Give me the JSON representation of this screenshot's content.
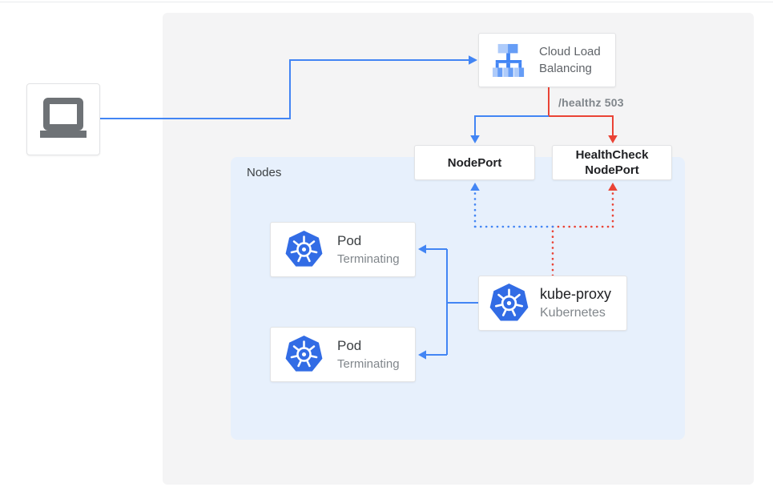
{
  "colors": {
    "blue": "#4285f4",
    "red": "#ea4335",
    "k8s-blue": "#326ce5",
    "surface-gray": "#f4f4f5",
    "nodes-blue": "#e7f0fc",
    "box-border": "#e2e3e5",
    "text-dark": "#202124",
    "text-mid": "#5f6368",
    "text-gray": "#80868b",
    "laptop-gray": "#6e7276",
    "lb-light": "#aecbfa",
    "lb-mid": "#669df6",
    "lb-dark": "#4285f4"
  },
  "client": {
    "icon": "laptop-icon"
  },
  "load_balancer": {
    "label": "Cloud Load Balancing",
    "icon": "cloud-load-balancing-icon"
  },
  "edge_labels": {
    "healthz": "/healthz 503"
  },
  "nodeport": {
    "label": "NodePort"
  },
  "healthcheck_nodeport": {
    "label": "HealthCheck NodePort"
  },
  "nodes_panel": {
    "label": "Nodes"
  },
  "pods": [
    {
      "title": "Pod",
      "status": "Terminating",
      "icon": "kubernetes-icon"
    },
    {
      "title": "Pod",
      "status": "Terminating",
      "icon": "kubernetes-icon"
    }
  ],
  "kube_proxy": {
    "title": "kube-proxy",
    "subtitle": "Kubernetes",
    "icon": "kubernetes-icon"
  }
}
